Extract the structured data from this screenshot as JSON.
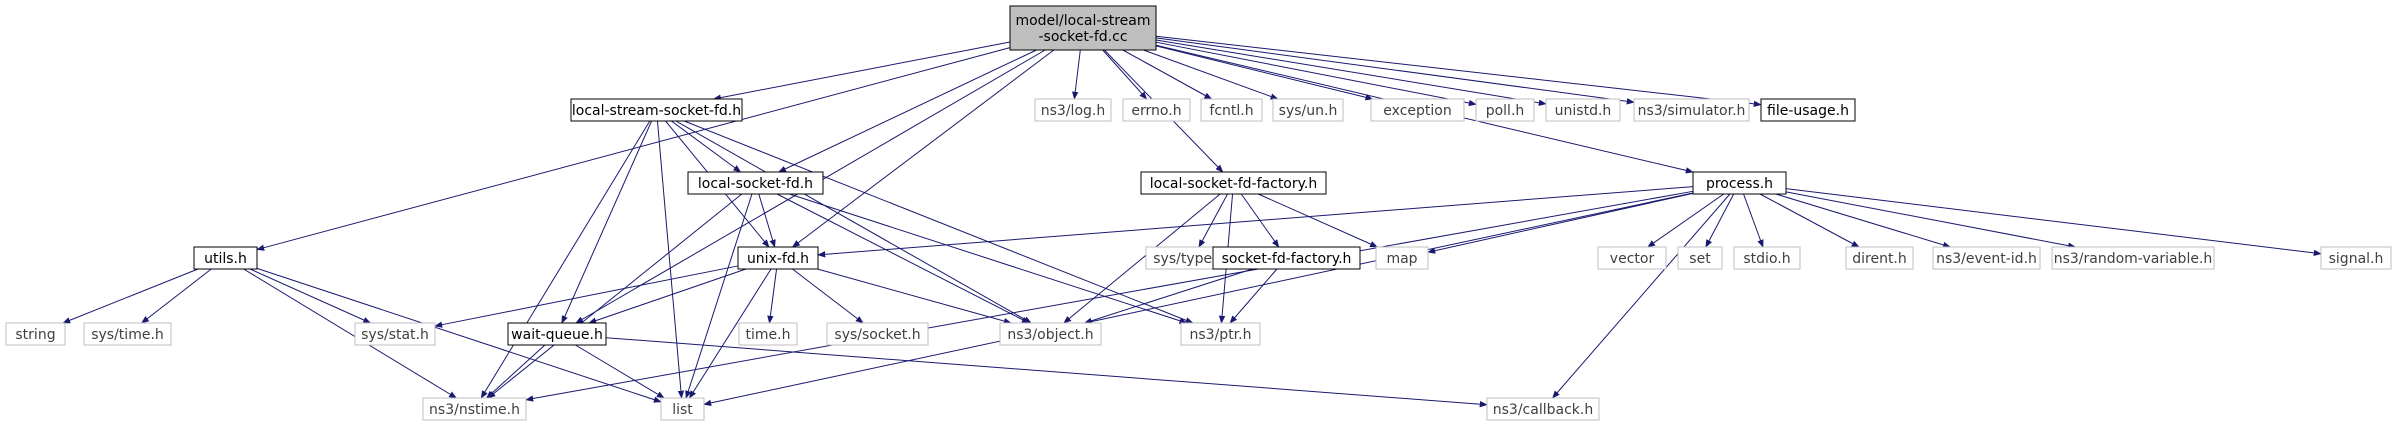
{
  "colors": {
    "edge": "#191970",
    "root_fill": "#bfbfbf",
    "documented_border": "#000000",
    "external_border": "#bfbfbf",
    "external_text": "#404040",
    "node_fill": "#ffffff",
    "text": "#000000"
  },
  "nodes": [
    {
      "id": "root",
      "label_lines": [
        "model/local-stream",
        "-socket-fd.cc"
      ],
      "kind": "root"
    },
    {
      "id": "lssfd",
      "label_lines": [
        "local-stream-socket-fd.h"
      ],
      "kind": "documented"
    },
    {
      "id": "nslog",
      "label_lines": [
        "ns3/log.h"
      ],
      "kind": "external"
    },
    {
      "id": "errno",
      "label_lines": [
        "errno.h"
      ],
      "kind": "external"
    },
    {
      "id": "fcntl",
      "label_lines": [
        "fcntl.h"
      ],
      "kind": "external"
    },
    {
      "id": "sysun",
      "label_lines": [
        "sys/un.h"
      ],
      "kind": "external"
    },
    {
      "id": "exception",
      "label_lines": [
        "exception"
      ],
      "kind": "external"
    },
    {
      "id": "poll",
      "label_lines": [
        "poll.h"
      ],
      "kind": "external"
    },
    {
      "id": "unistd",
      "label_lines": [
        "unistd.h"
      ],
      "kind": "external"
    },
    {
      "id": "nssim",
      "label_lines": [
        "ns3/simulator.h"
      ],
      "kind": "external"
    },
    {
      "id": "fileusage",
      "label_lines": [
        "file-usage.h"
      ],
      "kind": "documented"
    },
    {
      "id": "lsfd",
      "label_lines": [
        "local-socket-fd.h"
      ],
      "kind": "documented"
    },
    {
      "id": "lsfdf",
      "label_lines": [
        "local-socket-fd-factory.h"
      ],
      "kind": "documented"
    },
    {
      "id": "process",
      "label_lines": [
        "process.h"
      ],
      "kind": "documented"
    },
    {
      "id": "utils",
      "label_lines": [
        "utils.h"
      ],
      "kind": "documented"
    },
    {
      "id": "unixfd",
      "label_lines": [
        "unix-fd.h"
      ],
      "kind": "documented"
    },
    {
      "id": "systypes",
      "label_lines": [
        "sys/types.h"
      ],
      "kind": "external"
    },
    {
      "id": "sfdf",
      "label_lines": [
        "socket-fd-factory.h"
      ],
      "kind": "documented"
    },
    {
      "id": "map",
      "label_lines": [
        "map"
      ],
      "kind": "external"
    },
    {
      "id": "vector",
      "label_lines": [
        "vector"
      ],
      "kind": "external"
    },
    {
      "id": "set",
      "label_lines": [
        "set"
      ],
      "kind": "external"
    },
    {
      "id": "stdio",
      "label_lines": [
        "stdio.h"
      ],
      "kind": "external"
    },
    {
      "id": "dirent",
      "label_lines": [
        "dirent.h"
      ],
      "kind": "external"
    },
    {
      "id": "eventid",
      "label_lines": [
        "ns3/event-id.h"
      ],
      "kind": "external"
    },
    {
      "id": "randvar",
      "label_lines": [
        "ns3/random-variable.h"
      ],
      "kind": "external"
    },
    {
      "id": "signal",
      "label_lines": [
        "signal.h"
      ],
      "kind": "external"
    },
    {
      "id": "string",
      "label_lines": [
        "string"
      ],
      "kind": "external"
    },
    {
      "id": "systime",
      "label_lines": [
        "sys/time.h"
      ],
      "kind": "external"
    },
    {
      "id": "sysstat",
      "label_lines": [
        "sys/stat.h"
      ],
      "kind": "external"
    },
    {
      "id": "waitq",
      "label_lines": [
        "wait-queue.h"
      ],
      "kind": "documented"
    },
    {
      "id": "time",
      "label_lines": [
        "time.h"
      ],
      "kind": "external"
    },
    {
      "id": "syssocket",
      "label_lines": [
        "sys/socket.h"
      ],
      "kind": "external"
    },
    {
      "id": "nsobject",
      "label_lines": [
        "ns3/object.h"
      ],
      "kind": "external"
    },
    {
      "id": "nsptr",
      "label_lines": [
        "ns3/ptr.h"
      ],
      "kind": "external"
    },
    {
      "id": "nsnstime",
      "label_lines": [
        "ns3/nstime.h"
      ],
      "kind": "external"
    },
    {
      "id": "list",
      "label_lines": [
        "list"
      ],
      "kind": "external"
    },
    {
      "id": "nscallback",
      "label_lines": [
        "ns3/callback.h"
      ],
      "kind": "external"
    }
  ],
  "edges": [
    [
      "root",
      "lssfd"
    ],
    [
      "root",
      "nslog"
    ],
    [
      "root",
      "errno"
    ],
    [
      "root",
      "fcntl"
    ],
    [
      "root",
      "sysun"
    ],
    [
      "root",
      "exception"
    ],
    [
      "root",
      "poll"
    ],
    [
      "root",
      "unistd"
    ],
    [
      "root",
      "nssim"
    ],
    [
      "root",
      "fileusage"
    ],
    [
      "root",
      "lsfd"
    ],
    [
      "root",
      "lsfdf"
    ],
    [
      "root",
      "process"
    ],
    [
      "root",
      "utils"
    ],
    [
      "root",
      "unixfd"
    ],
    [
      "root",
      "waitq"
    ],
    [
      "lssfd",
      "lsfd"
    ],
    [
      "lssfd",
      "unixfd"
    ],
    [
      "lssfd",
      "waitq"
    ],
    [
      "lssfd",
      "list"
    ],
    [
      "lssfd",
      "nsnstime"
    ],
    [
      "lssfd",
      "nsobject"
    ],
    [
      "lssfd",
      "nsptr"
    ],
    [
      "lsfd",
      "unixfd"
    ],
    [
      "lsfd",
      "nsobject"
    ],
    [
      "lsfd",
      "nsptr"
    ],
    [
      "lsfd",
      "nsnstime"
    ],
    [
      "lsfd",
      "list"
    ],
    [
      "lsfdf",
      "systypes"
    ],
    [
      "lsfdf",
      "sfdf"
    ],
    [
      "lsfdf",
      "nsobject"
    ],
    [
      "lsfdf",
      "nsptr"
    ],
    [
      "lsfdf",
      "map"
    ],
    [
      "sfdf",
      "nsobject"
    ],
    [
      "sfdf",
      "nsptr"
    ],
    [
      "process",
      "unixfd"
    ],
    [
      "process",
      "map"
    ],
    [
      "process",
      "vector"
    ],
    [
      "process",
      "set"
    ],
    [
      "process",
      "stdio"
    ],
    [
      "process",
      "dirent"
    ],
    [
      "process",
      "eventid"
    ],
    [
      "process",
      "randvar"
    ],
    [
      "process",
      "signal"
    ],
    [
      "process",
      "nscallback"
    ],
    [
      "process",
      "nsnstime"
    ],
    [
      "process",
      "list"
    ],
    [
      "utils",
      "string"
    ],
    [
      "utils",
      "systime"
    ],
    [
      "utils",
      "sysstat"
    ],
    [
      "utils",
      "nsnstime"
    ],
    [
      "utils",
      "list"
    ],
    [
      "unixfd",
      "sysstat"
    ],
    [
      "unixfd",
      "waitq"
    ],
    [
      "unixfd",
      "time"
    ],
    [
      "unixfd",
      "syssocket"
    ],
    [
      "unixfd",
      "nsobject"
    ],
    [
      "unixfd",
      "list"
    ],
    [
      "waitq",
      "nsnstime"
    ],
    [
      "waitq",
      "list"
    ],
    [
      "waitq",
      "nscallback"
    ]
  ]
}
